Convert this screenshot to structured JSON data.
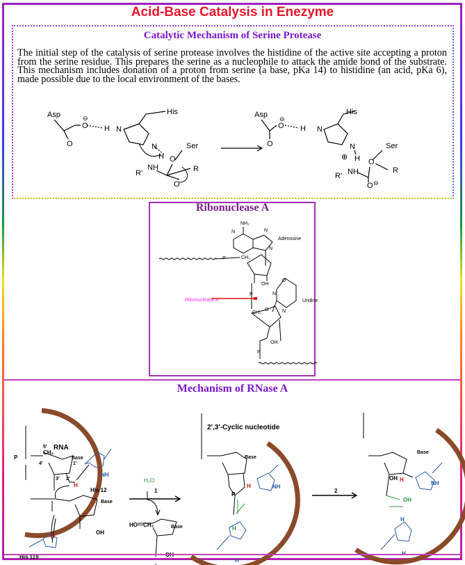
{
  "title": "Acid-Base Catalysis in Enezyme",
  "serine": {
    "heading": "Catalytic Mechanism  of Serine Protease",
    "paragraph": "The initial step of the catalysis of serine protease involves the histidine of the active site accepting a proton from the serine residue. This prepares the serine as a nucleophile to attack the amide bond of the substrate. This mechanism includes donation of a proton from serine (a base, pKa 14) to histidine (an acid, pKa 6), made possible due to the local environment of the bases.",
    "labels": {
      "asp": "Asp",
      "his": "His",
      "ser": "Ser",
      "h": "H",
      "n": "N",
      "o": "O",
      "r": "R",
      "r_prime": "R'",
      "nh": "NH",
      "minus": "⊖",
      "plus": "⊕"
    }
  },
  "ribonuclease": {
    "heading": "Ribonuclease A",
    "labels": {
      "adenosine": "Adenosine",
      "uridine": "Uridine",
      "enzyme": "Ribonuclease  A",
      "nh2": "NH₂",
      "ch2": "CH₂",
      "oh": "OH",
      "p": "P",
      "o": "O",
      "n": "N"
    }
  },
  "rnase_mechanism": {
    "heading": "Mechanism of RNase A",
    "labels": {
      "rna": "RNA",
      "his12": "His 12",
      "his119": "His 119",
      "base": "Base",
      "h2o": "H₂O",
      "step1": "1",
      "step2": "2",
      "cyclic": "2′,3′-Cyclic nucleotide",
      "oh": "OH",
      "ho_ch2": "HO—CH₂",
      "p": "P",
      "h": "H",
      "nh": "NH",
      "five": "5′",
      "four": "4′",
      "three": "3′",
      "two": "2′",
      "one": "1′",
      "ch2": "CH₂"
    }
  },
  "colors": {
    "title": "#e8162a",
    "heading": "#7a16c8",
    "enzyme_arc": "#8b4a2a",
    "his_blue": "#2a5aa0",
    "water_green": "#2a9a3a",
    "proton_red": "#c01818",
    "rib_label": "#ff20ff"
  }
}
